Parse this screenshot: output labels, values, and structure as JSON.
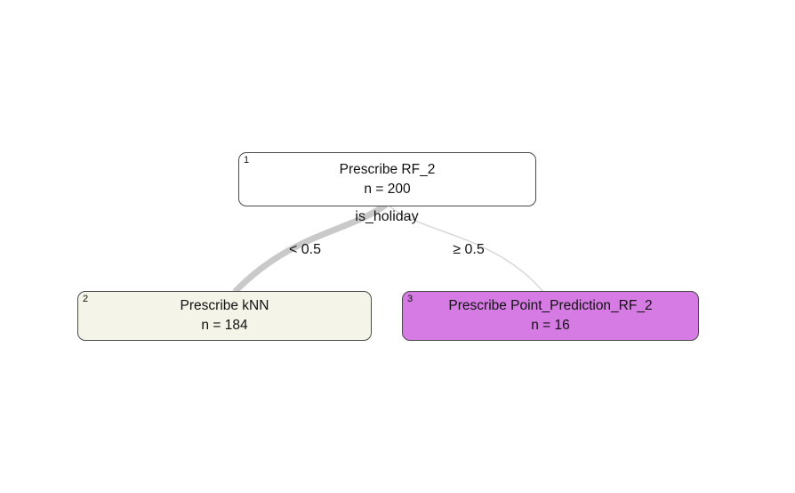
{
  "colors": {
    "background": "#ffffff",
    "root_fill": "#ffffff",
    "left_fill": "#f4f4e9",
    "right_fill": "#d67be4",
    "node_border": "#4a4a4a",
    "edge_left": "#c9c9c9",
    "edge_right": "#d6d6d6"
  },
  "tree": {
    "split_variable": "is_holiday",
    "root": {
      "id": "1",
      "label": "Prescribe RF_2",
      "n": "n = 200"
    },
    "edges": [
      {
        "label": "< 0.5"
      },
      {
        "label": "≥ 0.5"
      }
    ],
    "children": [
      {
        "id": "2",
        "label": "Prescribe kNN",
        "n": "n = 184"
      },
      {
        "id": "3",
        "label": "Prescribe Point_Prediction_RF_2",
        "n": "n = 16"
      }
    ]
  }
}
